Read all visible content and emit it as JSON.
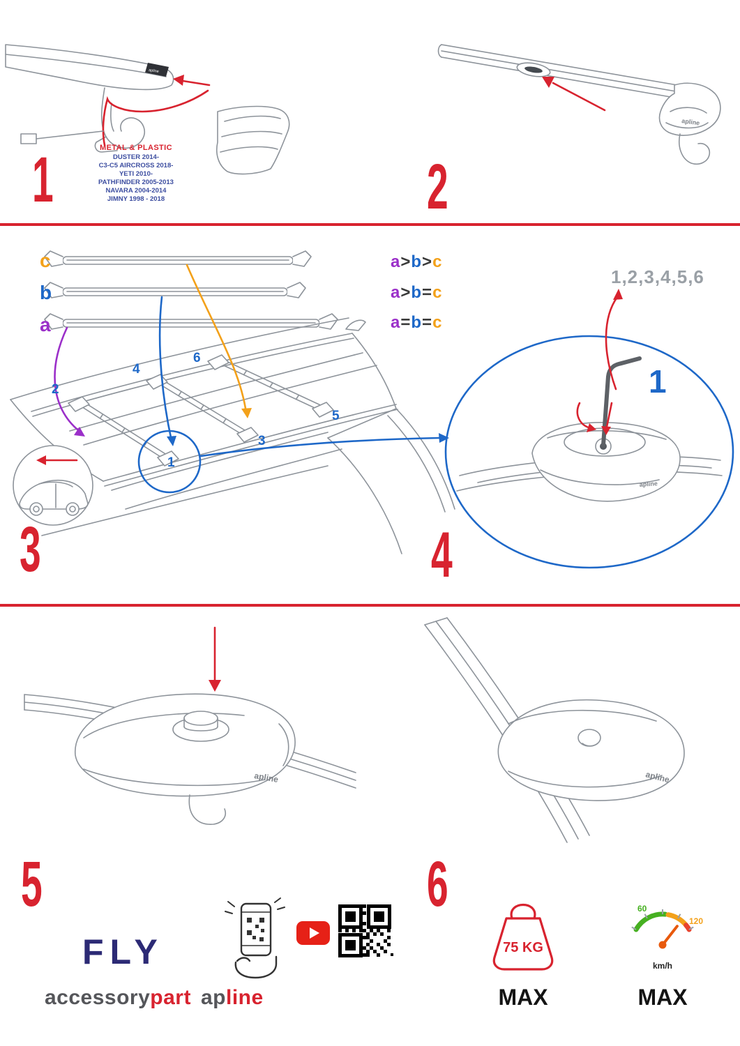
{
  "steps": {
    "s1": "1",
    "s2": "2",
    "s3": "3",
    "s4": "4",
    "s5": "5",
    "s6": "6"
  },
  "step1": {
    "heading": "METAL & PLASTIC",
    "models": [
      "DUSTER 2014-",
      "C3-C5 AIRCROSS 2018-",
      "YETI 2010-",
      "PATHFINDER 2005-2013",
      "NAVARA 2004-2014",
      "JIMNY 1998 - 2018"
    ]
  },
  "step3": {
    "bar_labels": {
      "a": "a",
      "b": "b",
      "c": "c"
    },
    "legend": [
      {
        "a": "a",
        "op1": ">",
        "b": "b",
        "op2": ">",
        "c": "c"
      },
      {
        "a": "a",
        "op1": ">",
        "b": "b",
        "op2": "=",
        "c": "c"
      },
      {
        "a": "a",
        "op1": "=",
        "b": "b",
        "op2": "=",
        "c": "c"
      }
    ],
    "positions": {
      "p1": "1",
      "p2": "2",
      "p3": "3",
      "p4": "4",
      "p5": "5",
      "p6": "6"
    }
  },
  "step4": {
    "sequence": "1,2,3,4,5,6",
    "first": "1"
  },
  "foot_logo": "apline",
  "footer": {
    "fly": "FLY",
    "brand1": "accessory",
    "brand2": "part",
    "brand3": "ap",
    "brand4": "line",
    "weight_value": "75 KG",
    "weight_max": "MAX",
    "speed_low": "60",
    "speed_high": "120",
    "speed_unit": "km/h",
    "speed_max": "MAX"
  },
  "colors": {
    "accent_red": "#d8232f",
    "accent_blue": "#1e68c8",
    "accent_purple": "#9b2fc9",
    "accent_orange": "#f3a11a",
    "navy": "#2c2a75",
    "model_text_blue": "#3c4da0",
    "gray_line": "#8d939a",
    "youtube_red": "#e62117",
    "speed_green": "#46b021"
  }
}
